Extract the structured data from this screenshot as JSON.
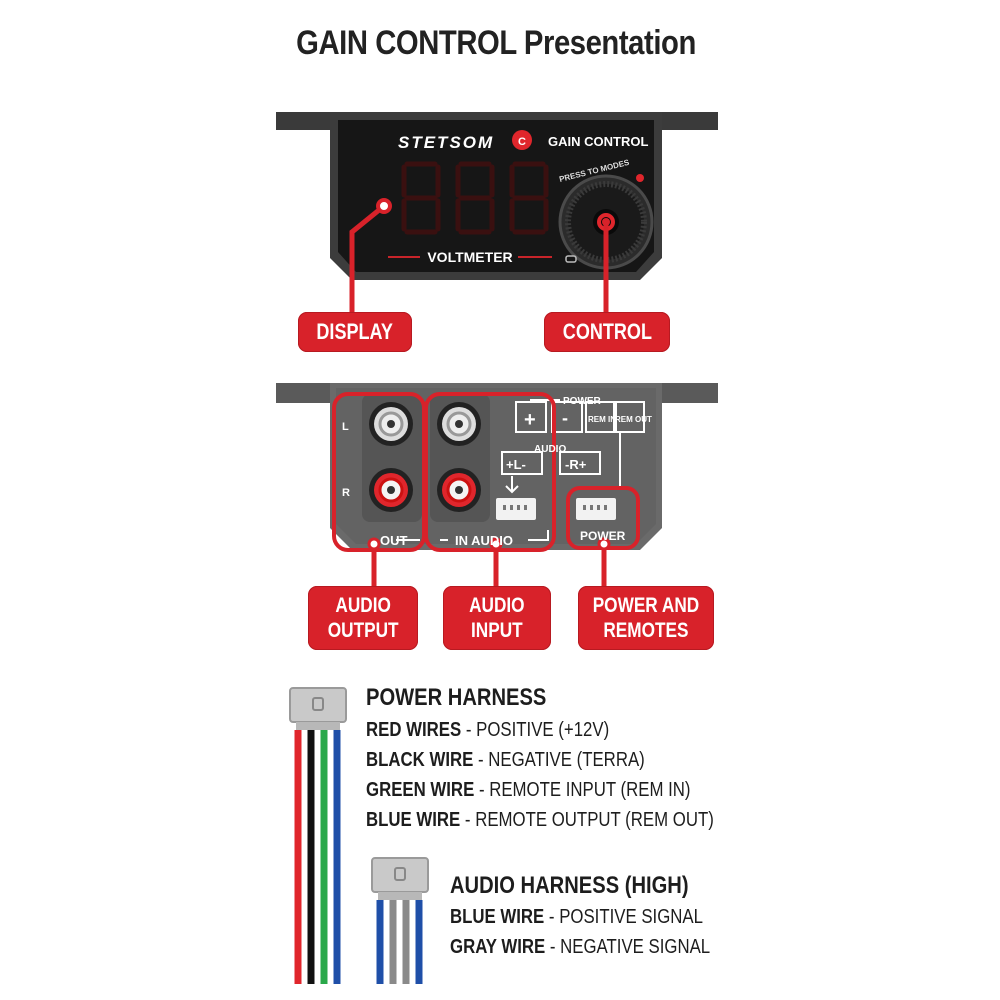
{
  "title": "GAIN CONTROL Presentation",
  "device_top": {
    "brand": "STETSOM",
    "brand_mark": "C",
    "model_label": "GAIN CONTROL",
    "knob_hint": "PRESS TO MODES",
    "display_label": "VOLTMETER",
    "display_digits": "888"
  },
  "device_back": {
    "left_label": "L",
    "right_label": "R",
    "out_label": "OUT",
    "in_audio_label": "IN AUDIO",
    "power_group_label": "POWER",
    "plus_sign": "+",
    "minus_sign": "-",
    "rem_in": "REM IN",
    "rem_out": "REM OUT",
    "audio_group_label": "AUDIO",
    "audio_l": "+L-",
    "audio_r": "-R+",
    "power_port_label": "POWER"
  },
  "callouts": {
    "display": "DISPLAY",
    "control": "CONTROL",
    "audio_output": "AUDIO\nOUTPUT",
    "audio_input": "AUDIO\nINPUT",
    "power_remotes": "POWER AND\nREMOTES"
  },
  "power_harness": {
    "title": "POWER HARNESS",
    "rows": [
      {
        "wire": "RED WIRES",
        "desc": " - POSITIVE (+12V)"
      },
      {
        "wire": "BLACK WIRE",
        "desc": " - NEGATIVE (TERRA)"
      },
      {
        "wire": "GREEN WIRE",
        "desc": " - REMOTE INPUT (REM IN)"
      },
      {
        "wire": "BLUE WIRE",
        "desc": " - REMOTE OUTPUT (REM OUT)"
      }
    ],
    "wire_colors": [
      "#e0262c",
      "#111111",
      "#2aa84a",
      "#1f4fa8"
    ]
  },
  "audio_harness": {
    "title": "AUDIO HARNESS (HIGH)",
    "rows": [
      {
        "wire": "BLUE WIRE",
        "desc": " - POSITIVE SIGNAL"
      },
      {
        "wire": "GRAY WIRE",
        "desc": " - NEGATIVE SIGNAL"
      }
    ],
    "wire_colors": [
      "#1f4fa8",
      "#8a8a8a",
      "#8a8a8a",
      "#1f4fa8"
    ]
  },
  "colors": {
    "accent_red": "#d8222a",
    "device_dark": "#2a2a2a",
    "device_gray": "#5f5f5f"
  }
}
